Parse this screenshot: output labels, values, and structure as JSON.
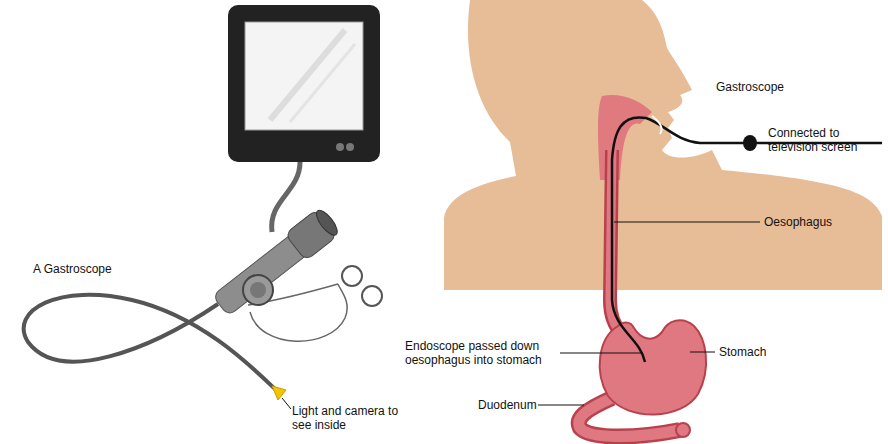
{
  "diagram": {
    "labels": [
      "A Gastroscope",
      "Light and camera to see inside",
      "Gastroscope",
      "Connected to television screen",
      "Oesophagus",
      "Endoscope passed down oesophagus into stomach",
      "Stomach",
      "Duodenum"
    ]
  }
}
